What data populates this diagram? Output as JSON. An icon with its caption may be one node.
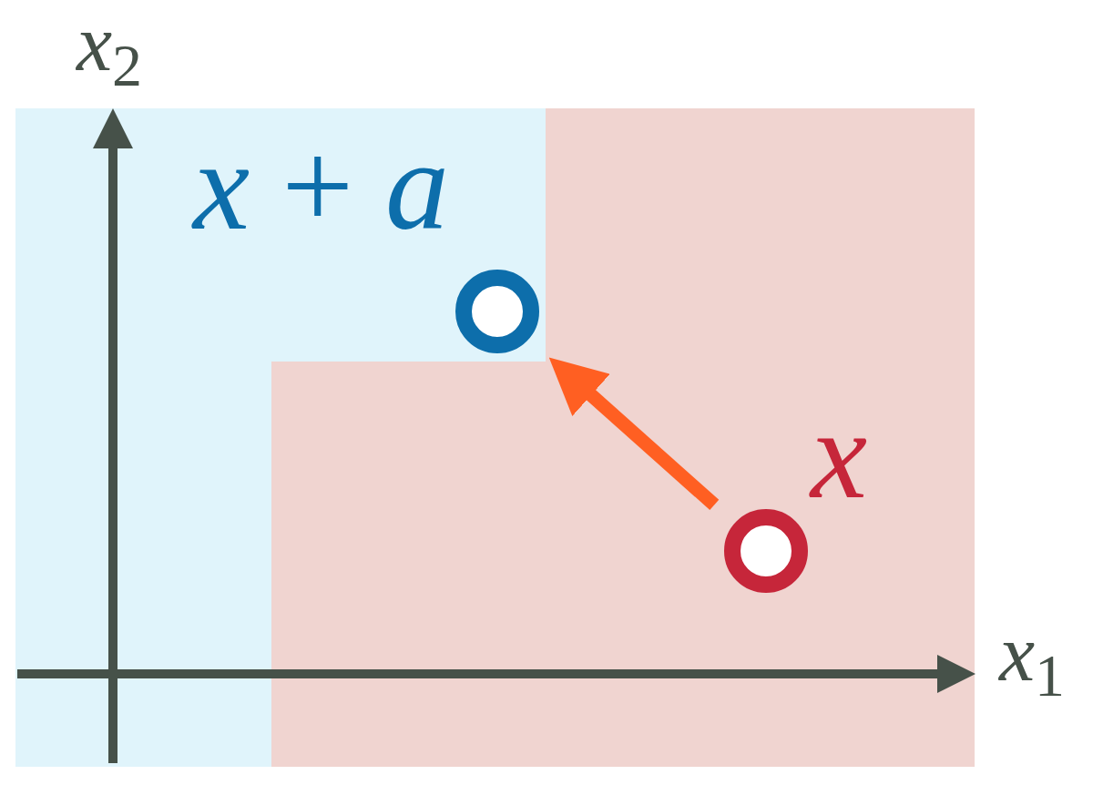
{
  "diagram": {
    "nodes": [
      {
        "text": [],
        "shape": "circle",
        "beside": [
          "*x* + *a*"
        ]
      },
      {
        "text": [],
        "shape": "circle",
        "beside": [
          "x"
        ]
      }
    ],
    "edges": [
      {
        "from": 1,
        "to": 0,
        "arrow": "to"
      }
    ],
    "labels": [
      "*x*$_{2}$",
      "*x*$_{1}$"
    ]
  }
}
